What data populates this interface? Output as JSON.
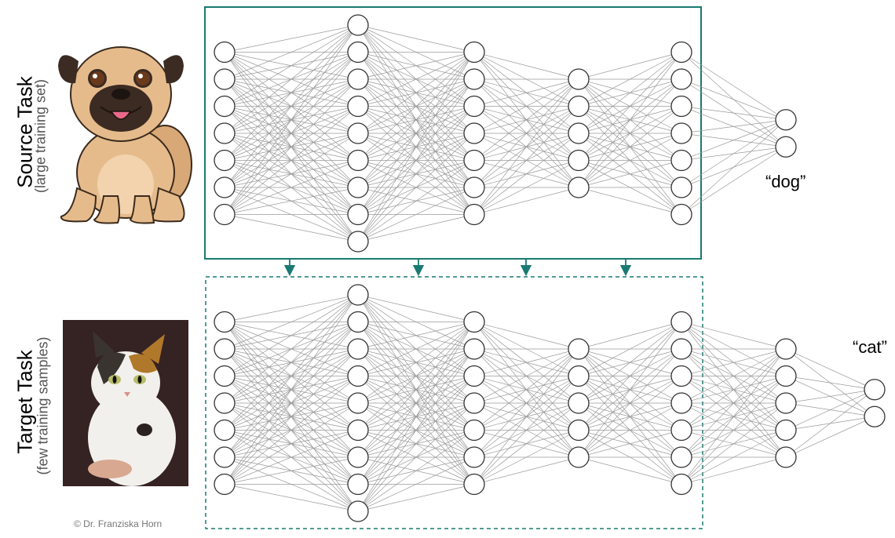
{
  "source_task": {
    "title": "Source Task",
    "subtitle": "(large training set)",
    "output_label": "“dog”",
    "layer_sizes": [
      7,
      9,
      7,
      5,
      7,
      2
    ]
  },
  "target_task": {
    "title": "Target Task",
    "subtitle": "(few training samples)",
    "output_label": "“cat”",
    "layer_sizes": [
      7,
      9,
      7,
      5,
      7,
      5,
      2
    ]
  },
  "copyright": "© Dr. Franziska Horn",
  "colors": {
    "accent": "#1a7a72",
    "edge": "#9a9a9a",
    "node_stroke": "#333333"
  },
  "icons": {
    "source_image": "pug-dog-illustration",
    "target_image": "calico-cat-photo"
  }
}
